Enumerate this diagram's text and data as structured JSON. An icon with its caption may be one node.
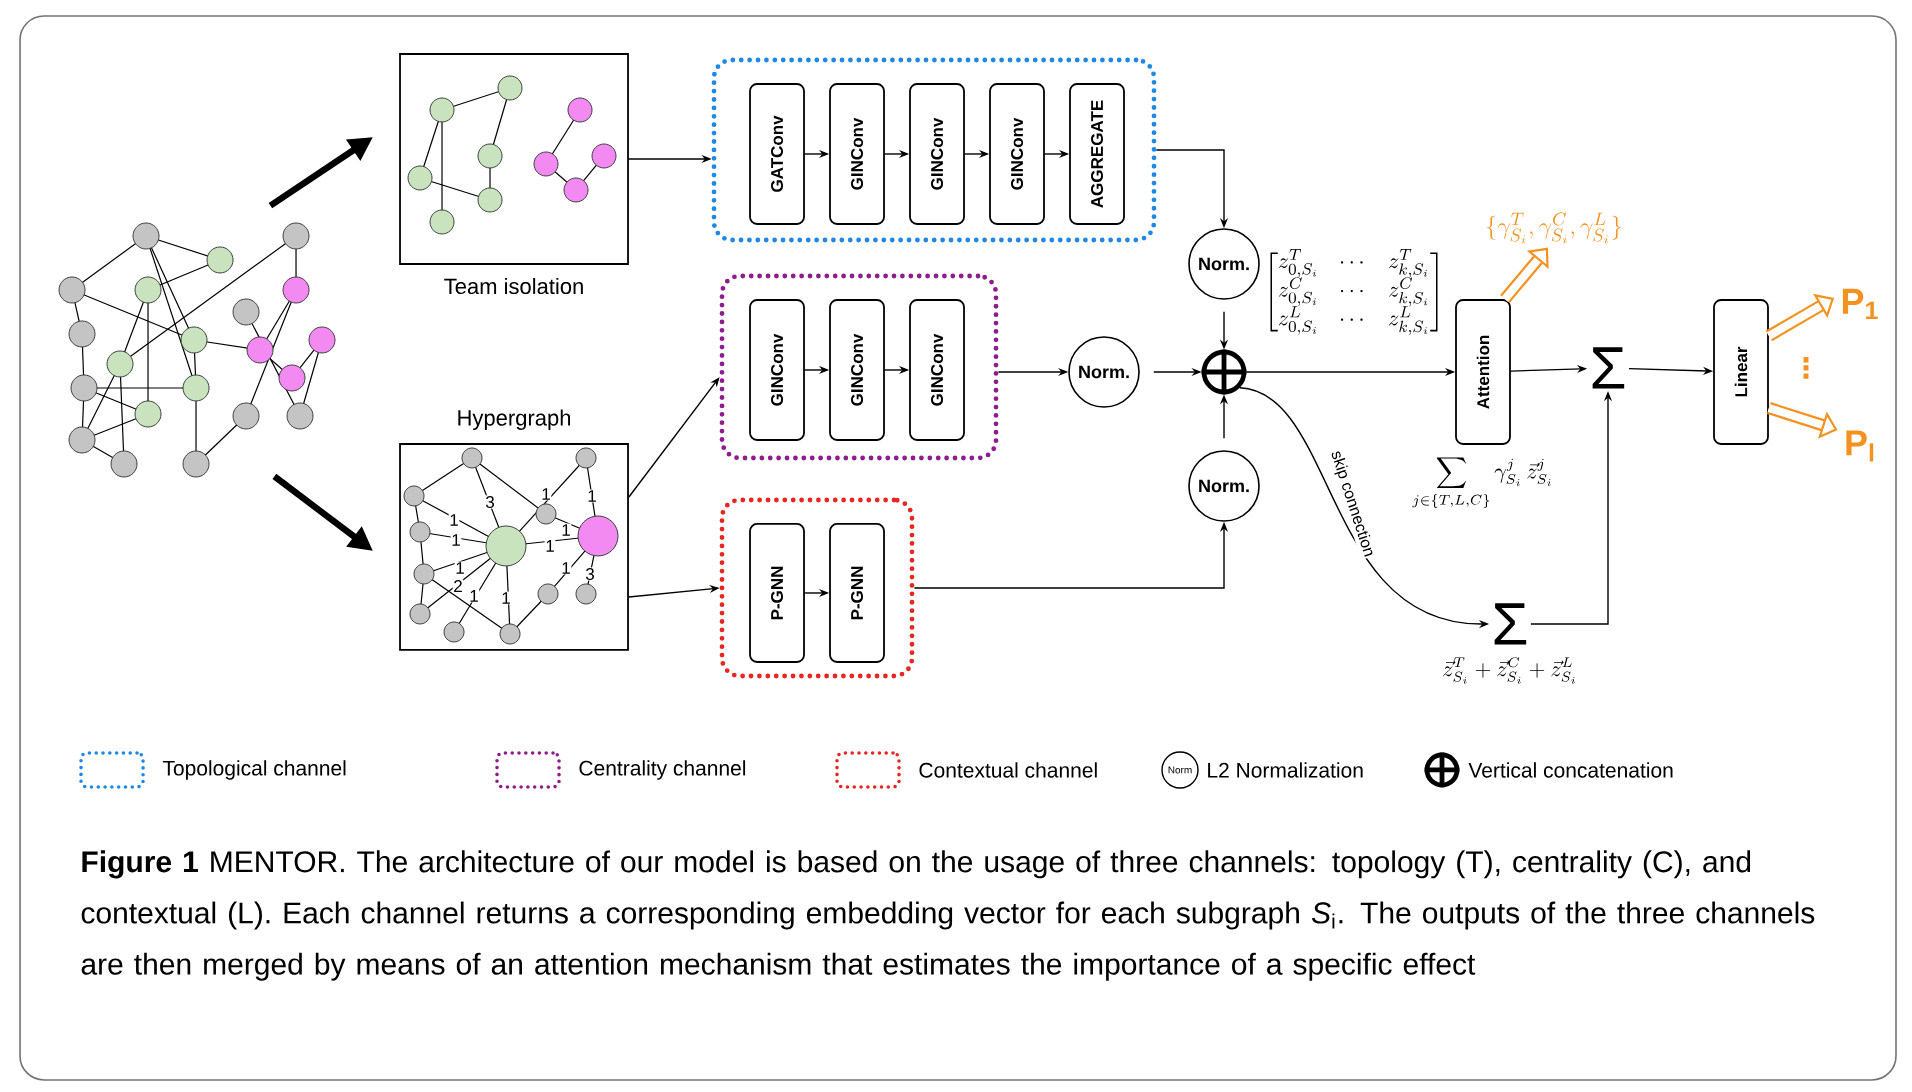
{
  "diagram": {
    "caption": "**Figure 1** MENTOR. The architecture of our model is based on the usage of three channels: topology (T), centrality (C), and contextual (L). Each channel returns a corresponding embedding vector for each subgraph *S*$_{i}$. The outputs of the three channels are then merged by means of an attention mechanism that estimates the importance of a specific effect",
    "nodes": [
      {
        "text": [],
        "shape": "picture"
      },
      {
        "text": [
          "Team isolation"
        ]
      },
      {
        "text": [
          "Hypergraph"
        ]
      },
      {
        "text": [],
        "shape": "box"
      },
      {
        "text": [
          "GATConv"
        ],
        "in": 3
      },
      {
        "text": [
          "GINConv"
        ],
        "in": 3
      },
      {
        "text": [
          "GINConv"
        ],
        "in": 3
      },
      {
        "text": [
          "GINConv"
        ],
        "in": 3
      },
      {
        "text": [
          "AGGREGATE"
        ],
        "in": 3
      },
      {
        "text": [],
        "shape": "box"
      },
      {
        "text": [
          "GINConv"
        ],
        "in": 9
      },
      {
        "text": [
          "GINConv"
        ],
        "in": 9
      },
      {
        "text": [
          "GINConv"
        ],
        "in": 9
      },
      {
        "text": [],
        "shape": "box"
      },
      {
        "text": [
          "P-GNN"
        ],
        "in": 13
      },
      {
        "text": [
          "P-GNN"
        ],
        "in": 13
      },
      {
        "text": [
          "Norm."
        ]
      },
      {
        "text": [
          "Norm."
        ]
      },
      {
        "text": [
          "Norm."
        ]
      },
      {
        "text": [],
        "shape": "circle"
      },
      {
        "text": [
          "Attention"
        ],
        "beside": [
          "\\sum_{j\\in\\{T,L,C\\}} \\gamma^{j}_{S_i}\\,\\vec{z}^{j}_{S_i}"
        ]
      },
      {
        "text": [
          "Σ"
        ]
      },
      {
        "text": [
          "Linear"
        ]
      },
      {
        "text": [
          "Σ"
        ],
        "beside": [
          "\\vec{z}^{T}_{S_i}+\\vec{z}^{C}_{S_i}+\\vec{z}^{L}_{S_i}"
        ]
      },
      {
        "text": [
          "P$_{1}$"
        ]
      },
      {
        "text": [
          "P$_{l}$"
        ]
      },
      {
        "text": [
          "\\{\\gamma^{T}_{S_i},\\gamma^{C}_{S_i},\\gamma^{L}_{S_i}\\}"
        ]
      }
    ],
    "edges": [
      {
        "from": 0,
        "to": 1,
        "arrow": "to",
        "style": "thick"
      },
      {
        "from": 0,
        "to": 2,
        "arrow": "to",
        "style": "thick"
      },
      {
        "from": 1,
        "to": 3,
        "arrow": "to"
      },
      {
        "from": 2,
        "to": 9,
        "arrow": "to"
      },
      {
        "from": 2,
        "to": 13,
        "arrow": "to"
      },
      {
        "from": 4,
        "to": 5,
        "arrow": "to"
      },
      {
        "from": 5,
        "to": 6,
        "arrow": "to"
      },
      {
        "from": 6,
        "to": 7,
        "arrow": "to"
      },
      {
        "from": 7,
        "to": 8,
        "arrow": "to"
      },
      {
        "from": 10,
        "to": 11,
        "arrow": "to"
      },
      {
        "from": 11,
        "to": 12,
        "arrow": "to"
      },
      {
        "from": 14,
        "to": 15,
        "arrow": "to"
      },
      {
        "from": 3,
        "to": 16,
        "arrow": "to"
      },
      {
        "from": 9,
        "to": 17,
        "arrow": "to"
      },
      {
        "from": 17,
        "to": 19,
        "arrow": "to"
      },
      {
        "from": 16,
        "to": 19,
        "arrow": "to"
      },
      {
        "from": 18,
        "to": 19,
        "arrow": "to"
      },
      {
        "from": 13,
        "to": 18,
        "arrow": "to"
      },
      {
        "from": 19,
        "to": 20,
        "arrow": "to"
      },
      {
        "from": 20,
        "to": 21,
        "arrow": "to"
      },
      {
        "from": 21,
        "to": 22,
        "arrow": "to"
      },
      {
        "from": 19,
        "to": 23,
        "arrow": "to",
        "label": "skip connection"
      },
      {
        "from": 23,
        "to": 21,
        "arrow": "to"
      },
      {
        "from": 20,
        "to": 26,
        "arrow": "to",
        "style": "thick",
        "color": "#f39220"
      },
      {
        "from": 22,
        "to": 24,
        "arrow": "to",
        "style": "thick",
        "color": "#f39220"
      },
      {
        "from": 22,
        "to": 25,
        "arrow": "to",
        "style": "thick",
        "color": "#f39220"
      }
    ],
    "labels": [
      "3",
      "1",
      "1",
      "1",
      "1",
      "1",
      "1",
      "1",
      "2",
      "1",
      "1",
      "3",
      "1",
      "\\begin{bmatrix} z^{T}_{0,S_i} & \\cdots & z^{T}_{k,S_i} \\\\ z^{C}_{0,S_i} & \\cdots & z^{C}_{k,S_i} \\\\ z^{L}_{0,S_i} & \\cdots & z^{L}_{k,S_i} \\end{bmatrix}",
      "⋮",
      "Norm"
    ],
    "legend": [
      {
        "text": "Topological channel"
      },
      {
        "text": "Centrality channel"
      },
      {
        "text": "Contextual channel"
      },
      {
        "text": "L2 Normalization"
      },
      {
        "text": "Vertical concatenation"
      }
    ]
  }
}
